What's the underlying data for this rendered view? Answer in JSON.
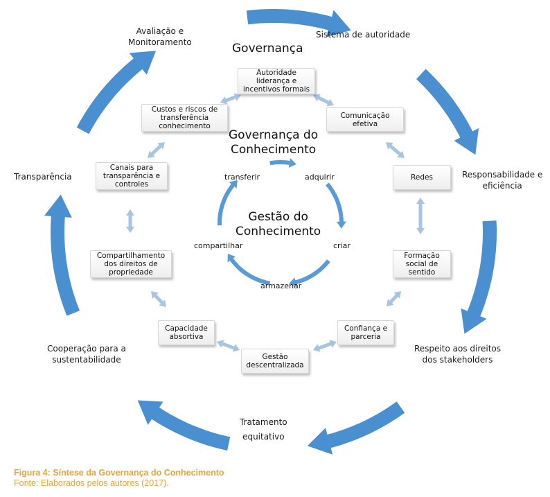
{
  "outer": {
    "avaliacao": "Avaliação e\nMonitoramento",
    "sistema": "Sistema de autoridade",
    "responsabilidade": "Responsabilidade e\neficiência",
    "respeito": "Respeito aos direitos\ndos stakeholders",
    "tratamento": "Tratamento\nequitativo",
    "cooperacao": "Cooperação para a\nsustentabilidade",
    "transparencia": "Transparência"
  },
  "titles": {
    "governanca": "Governança",
    "governanca_conhecimento": "Governança do\nConhecimento",
    "gestao_conhecimento": "Gestão do\nConhecimento"
  },
  "boxes": {
    "autoridade": "Autoridade\nliderança e\nincentivos formais",
    "comunicacao": "Comunicação\nefetiva",
    "redes": "Redes",
    "formacao": "Formação\nsocial de\nsentido",
    "confianca": "Confiança e\nparceria",
    "gestao_desc": "Gestão\ndescentralizada",
    "capacidade": "Capacidade\nabsortiva",
    "compartilhamento": "Compartilhamento\ndos direitos de\npropriedade",
    "canais": "Canais para\ntransparência e\ncontroles",
    "custos": "Custos e riscos   de\ntransferência\nconhecimento"
  },
  "inner": {
    "transferir": "transferir",
    "adquirir": "adquirir",
    "criar": "criar",
    "armazenar": "armazenar",
    "compartilhar": "compartilhar"
  },
  "caption": {
    "title": "Figura 4: Síntese da Governança do Conhecimento",
    "source": "Fonte: Elaborados pelos autores (2017)."
  },
  "colors": {
    "outer_arrow": "#4a8fd0",
    "inner_arrow": "#5b9bd5",
    "double_arrow": "#a9c3e3",
    "caption": "#e8a53a"
  }
}
